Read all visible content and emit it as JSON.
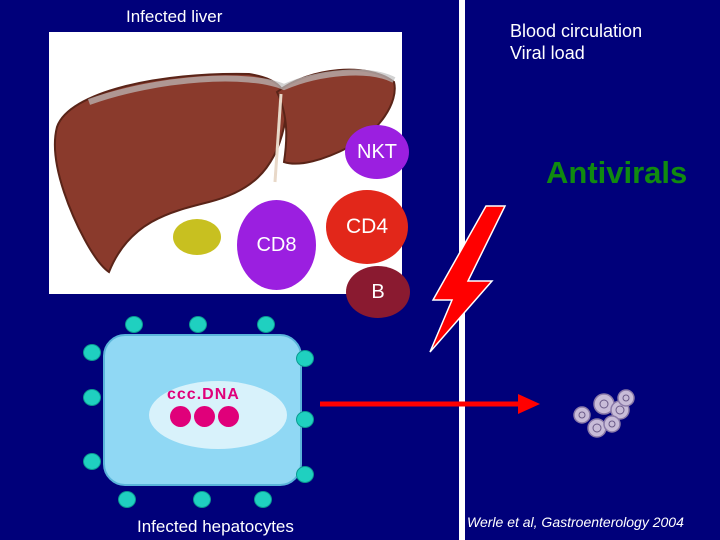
{
  "labels": {
    "infected_liver": "Infected liver",
    "blood_circulation": "Blood circulation",
    "viral_load": "Viral load",
    "antivirals": "Antivirals",
    "cccdna": "ccc.DNA",
    "infected_hepatocytes": "Infected hepatocytes",
    "citation": "Werle et al, Gastroenterology 2004"
  },
  "immune_cells": {
    "nkt": "NKT",
    "cd4": "CD4",
    "cd8": "CD8",
    "b": "B"
  },
  "colors": {
    "background": "#00007a",
    "antivirals": "#108a10",
    "nkt": "#9b1fe0",
    "cd8": "#9b1fe0",
    "cd4": "#e2271a",
    "b": "#8a1a30",
    "lightning": "#ff0000",
    "arrow": "#ff0000",
    "cccdna": "#e0007a",
    "receptor": "#1fd0c0",
    "hepatocyte": "#90d8f4"
  },
  "icons": {
    "lightning": "lightning-bolt-icon",
    "liver": "liver-illustration",
    "virions": "virus-particles-icon"
  }
}
